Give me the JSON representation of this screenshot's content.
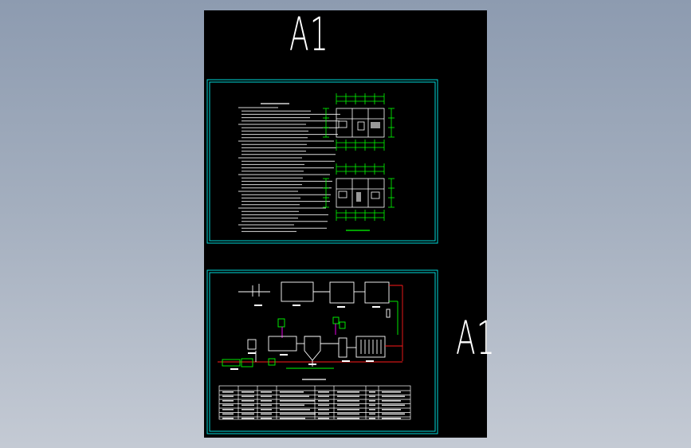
{
  "drawing": {
    "top_label": "A1",
    "side_label": "A1"
  },
  "colors": {
    "background": "#000000",
    "frame": "#00d8d8",
    "text": "#ffffff",
    "dimension": "#00ff00",
    "accent": "#ff00ff",
    "pipe": "#ff1a1a",
    "workspace": "#9aa6b8"
  },
  "sheets": [
    {
      "id": "sheet-1",
      "content": [
        "design-notes",
        "floor-plan-upper",
        "floor-plan-lower"
      ]
    },
    {
      "id": "sheet-2",
      "content": [
        "process-flow-diagram",
        "equipment-table"
      ]
    }
  ]
}
